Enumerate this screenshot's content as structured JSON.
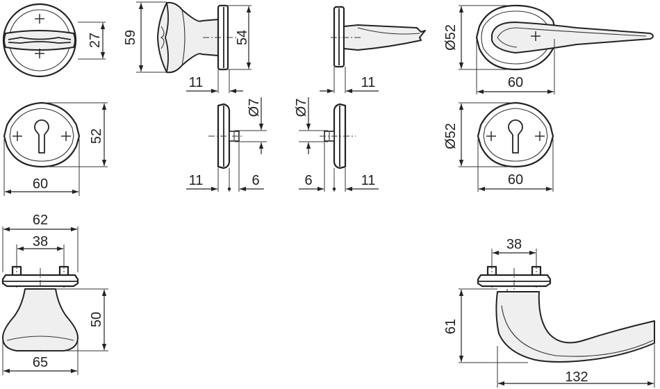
{
  "labels": {
    "d27": "27",
    "d59": "59",
    "d54": "54",
    "d11a": "11",
    "d11b": "11",
    "dia52a": "Ø52",
    "d60a": "60",
    "d52": "52",
    "d60b": "60",
    "dia7a": "Ø7",
    "dia7b": "Ø7",
    "d11c": "11",
    "d6a": "6",
    "d6b": "6",
    "d11d": "11",
    "dia52b": "Ø52",
    "d60c": "60",
    "d62": "62",
    "d38a": "38",
    "d50": "50",
    "d65": "65",
    "d38b": "38",
    "d61": "61",
    "d132": "132"
  }
}
